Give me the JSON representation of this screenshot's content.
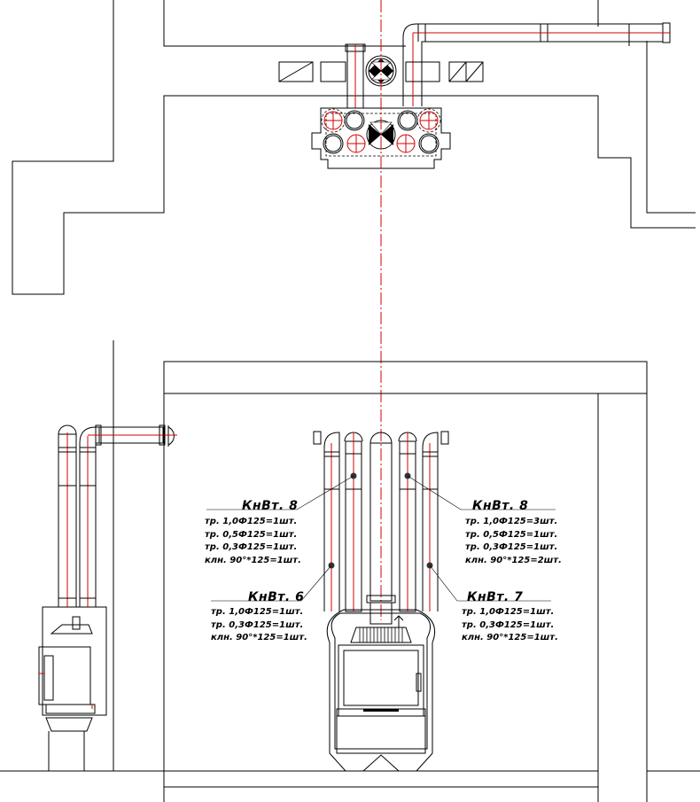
{
  "diagram": {
    "callouts": [
      {
        "id": "kv8-left",
        "title": "КнВт. 8",
        "lines": [
          "тр. 1,0Ф125=1шт.",
          "тр. 0,5Ф125=1шт.",
          "тр. 0,3Ф125=1шт.",
          "клн. 90°*125=1шт."
        ]
      },
      {
        "id": "kv8-right",
        "title": "КнВт. 8",
        "lines": [
          "тр. 1,0Ф125=3шт.",
          "тр. 0,5Ф125=1шт.",
          "тр. 0,3Ф125=1шт.",
          "клн. 90°*125=2шт."
        ]
      },
      {
        "id": "kv6",
        "title": "КнВт. 6",
        "lines": [
          "тр. 1,0Ф125=1шт.",
          "тр. 0,3Ф125=1шт.",
          "клн. 90°*125=1шт."
        ]
      },
      {
        "id": "kv7",
        "title": "КнВт. 7",
        "lines": [
          "тр. 1,0Ф125=1шт.",
          "тр. 0,3Ф125=1шт.",
          "клн. 90°*125=1шт."
        ]
      }
    ],
    "colors": {
      "line": "#000000",
      "axis": "#d40000",
      "background": "#ffffff"
    },
    "icons": [
      "fan-icon",
      "grille-icon",
      "fireplace-icon",
      "duct-icon"
    ]
  }
}
